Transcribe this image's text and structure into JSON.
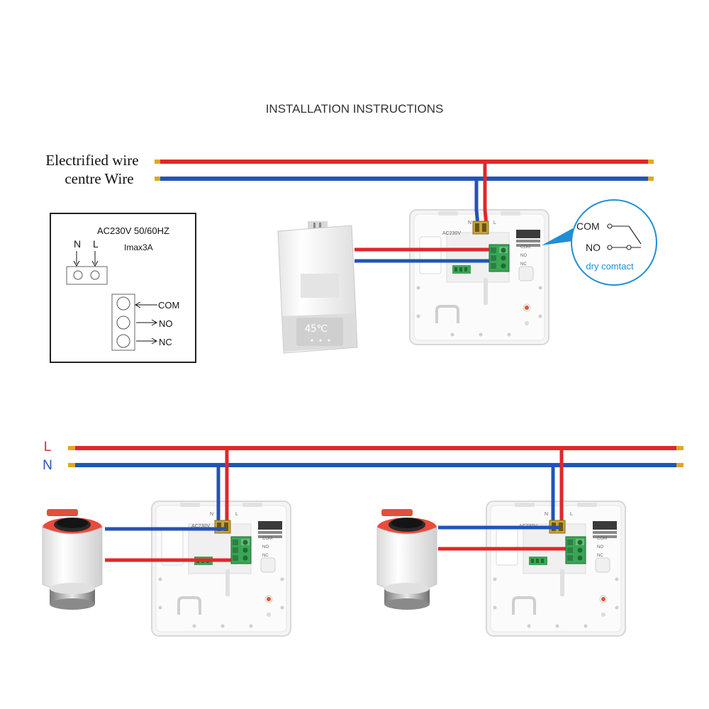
{
  "title": "INSTALLATION INSTRUCTIONS",
  "top_section": {
    "wire_labels": {
      "live": "Electrified wire",
      "neutral": "centre Wire"
    },
    "spec_box": {
      "voltage": "AC230V 50/60HZ",
      "current": "Imax3A",
      "n_label": "N",
      "l_label": "L",
      "com": "COM",
      "no": "NO",
      "nc": "NC"
    },
    "boiler_display": "45℃",
    "callout": {
      "com": "COM",
      "no": "NO",
      "caption": "dry comtact"
    }
  },
  "bottom_section": {
    "line_labels": {
      "live": "L",
      "neutral": "N"
    }
  },
  "thermostat_labels": {
    "n": "N",
    "l": "L",
    "voltage": "AC230V",
    "com": "COM",
    "no": "NO",
    "nc": "NC"
  },
  "colors": {
    "live_wire": "#e2262a",
    "neutral_wire": "#2154b8",
    "terminal_block": "#3aa655",
    "callout_blue": "#1e8fd6",
    "wire_tip": "#e0a820"
  }
}
